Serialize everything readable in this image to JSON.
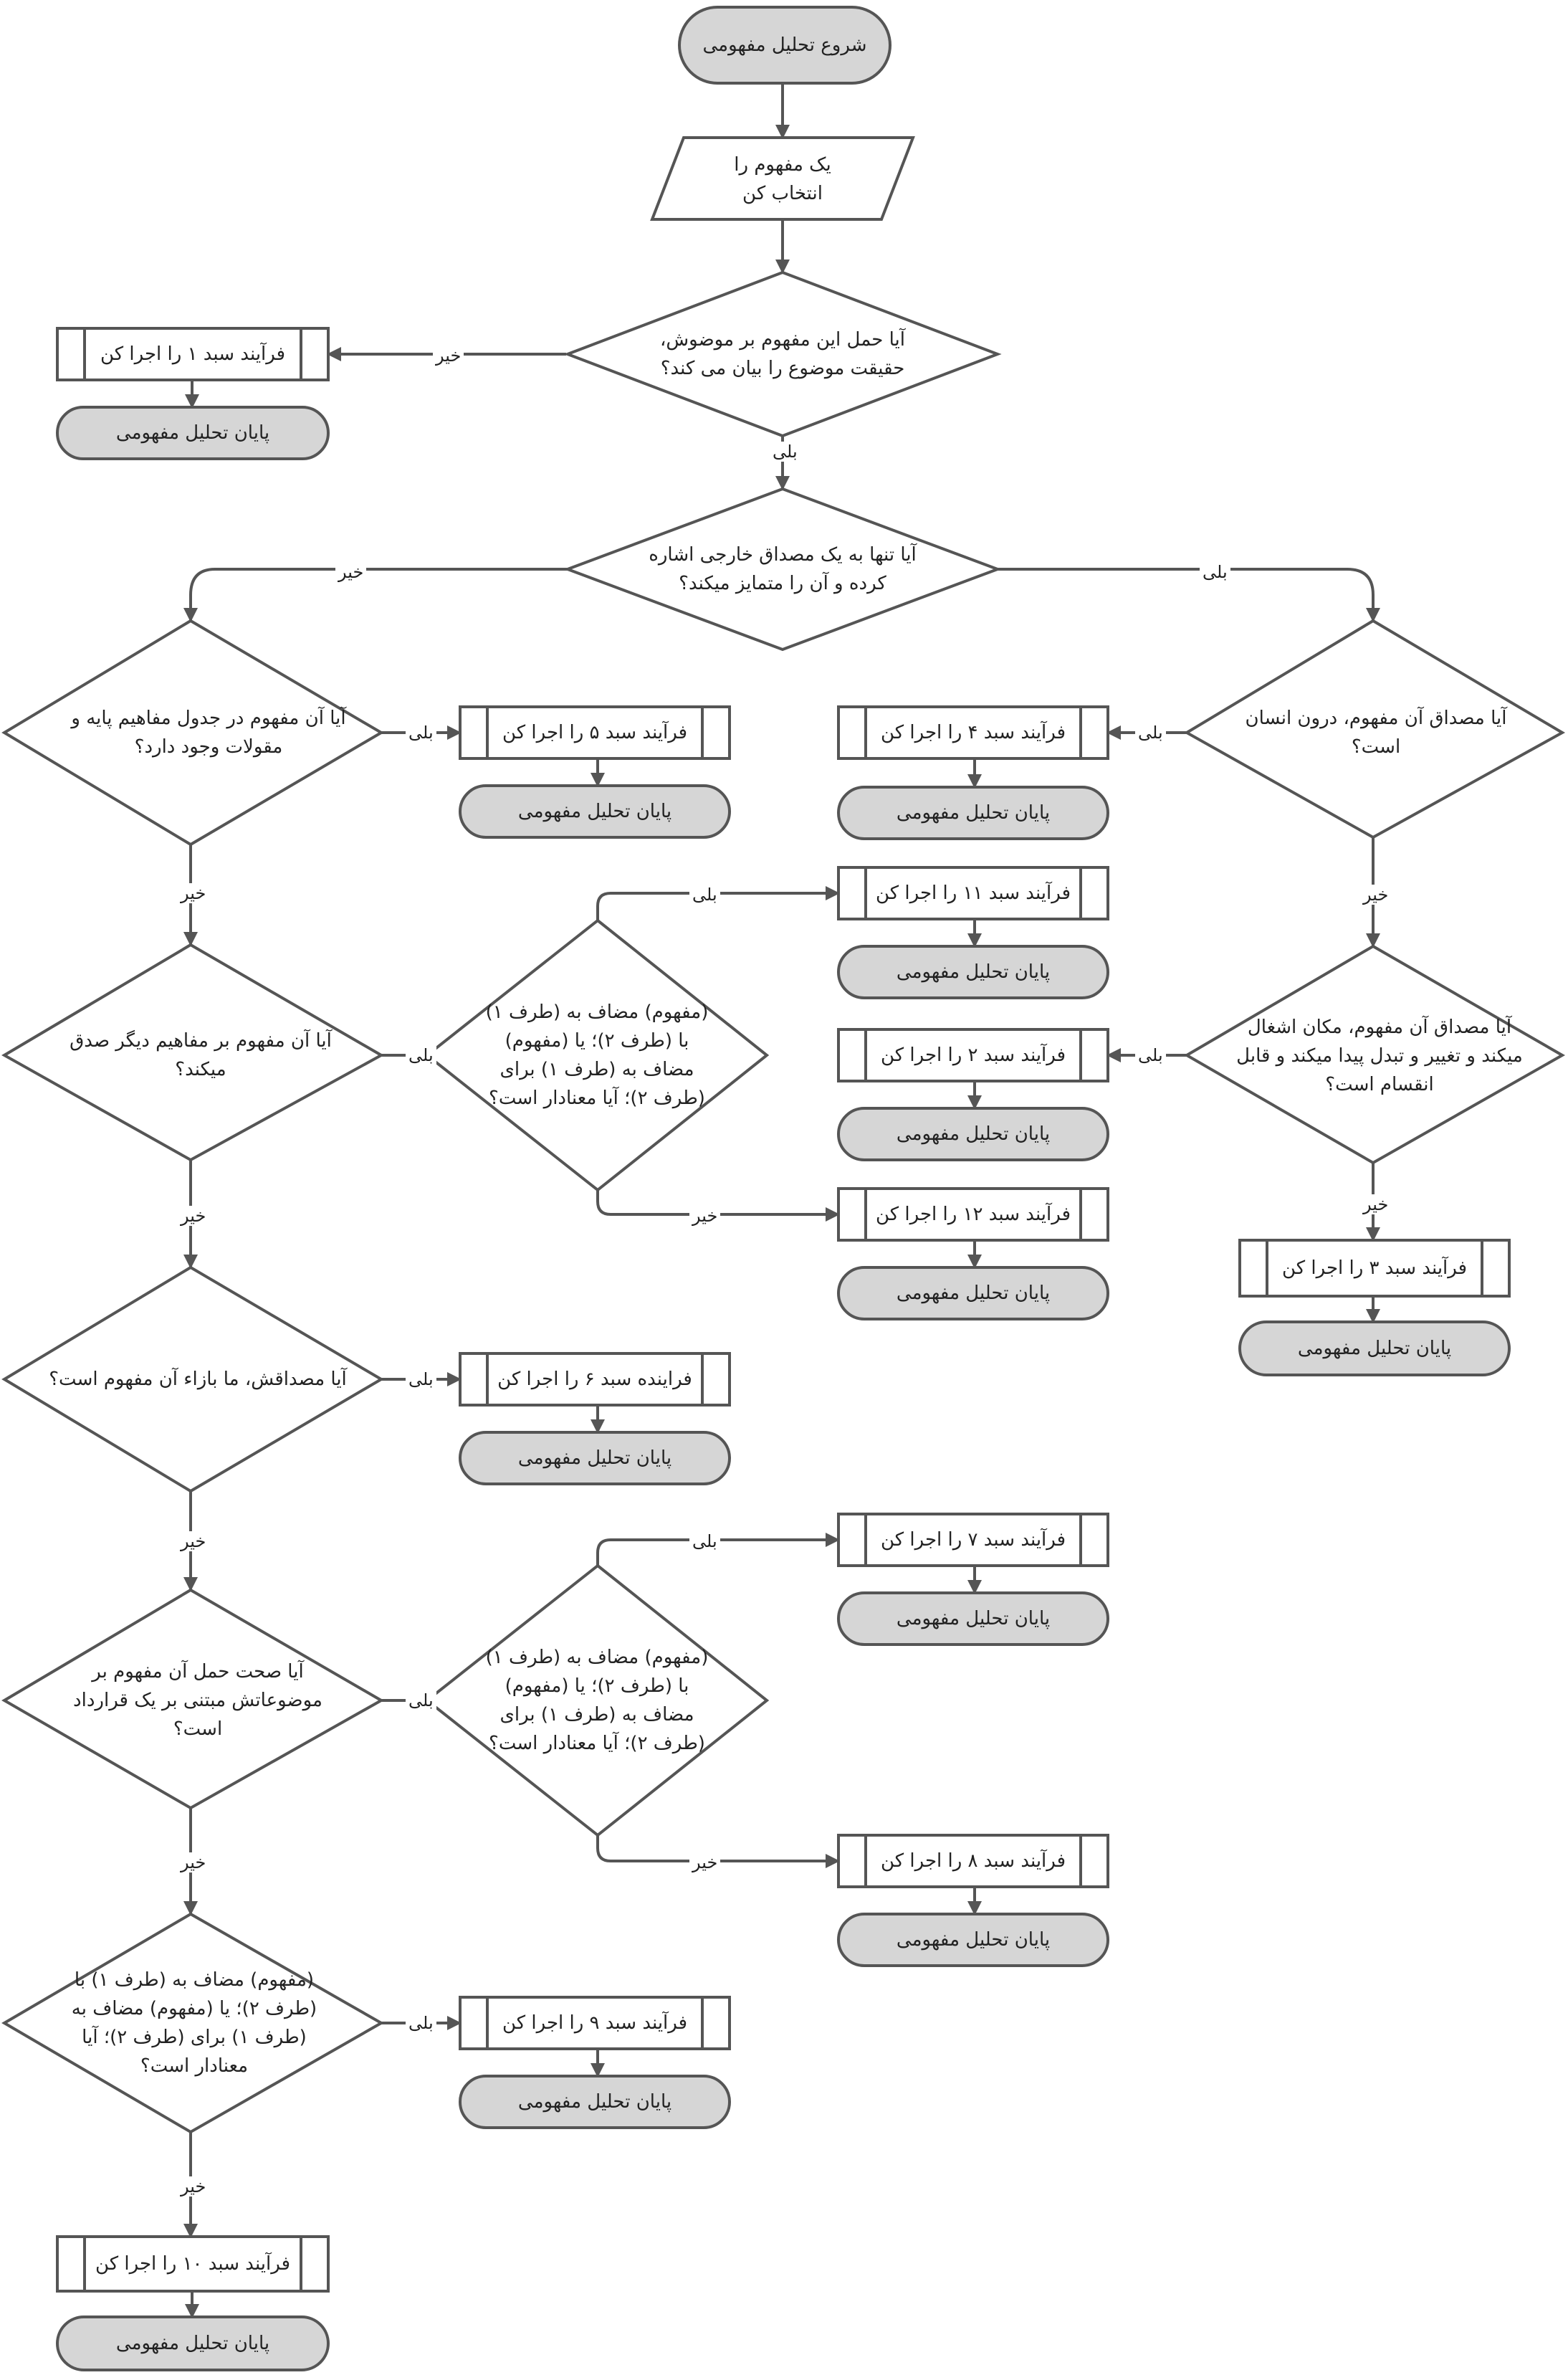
{
  "nodes": {
    "start": "شروع تحلیل مفهومی",
    "input": "یک مفهوم را انتخاب کن",
    "q1": "آیا حمل این مفهوم بر موضوش، حقیقت موضوع را بیان می کند؟",
    "p1": "فرآیند سبد ۱ را اجرا کن",
    "q2": "آیا تنها به یک مصداق خارجی اشاره کرده و آن را متمایز میکند؟",
    "q3": "آیا مصداق آن مفهوم، درون انسان است؟",
    "p4": "فرآیند سبد ۴ را اجرا کن",
    "q4": "آیا مصداق آن مفهوم، مکان اشغال میکند و تغییر و تبدل پیدا میکند و قابل انقسام است؟",
    "p2": "فرآیند سبد ۲ را اجرا کن",
    "p3": "فرآیند سبد ۳ را اجرا کن",
    "q5": "آیا آن مفهوم در جدول مفاهیم پایه و مقولات وجود دارد؟",
    "p5": "فرآیند سبد ۵ را اجرا کن",
    "q6": "آیا آن مفهوم بر مفاهیم دیگر صدق میکند؟",
    "q7": "(مفهوم) مضاف به (طرف ۱) با (طرف ۲)؛ یا (مفهوم) مضاف به (طرف ۱) برای (طرف ۲)؛ آیا معنادار است؟",
    "p11": "فرآیند سبد ۱۱ را اجرا کن",
    "p12": "فرآیند سبد ۱۲ را اجرا کن",
    "q8": "آیا مصداقش، ما بازاء آن مفهوم است؟",
    "p6": "فراینده سبد ۶ را اجرا کن",
    "q9": "آیا صحت حمل آن مفهوم بر موضوعاتش مبتنی بر یک قرارداد است؟",
    "q10": "(مفهوم) مضاف به (طرف ۱) با (طرف ۲)؛ یا (مفهوم) مضاف به (طرف ۱) برای (طرف ۲)؛ آیا معنادار است؟",
    "p7": "فرآیند سبد ۷ را اجرا کن",
    "p8": "فرآیند سبد ۸ را اجرا کن",
    "q11": "(مفهوم) مضاف به (طرف ۱) با (طرف ۲)؛ یا (مفهوم) مضاف به (طرف ۱) برای (طرف ۲)؛ آیا معنادار است؟",
    "p9": "فرآیند سبد ۹ را اجرا کن",
    "p10": "فرآیند سبد ۱۰ را اجرا کن",
    "end": "پایان تحلیل مفهومی"
  },
  "edges": {
    "yes": "بلی",
    "no": "خیر"
  }
}
